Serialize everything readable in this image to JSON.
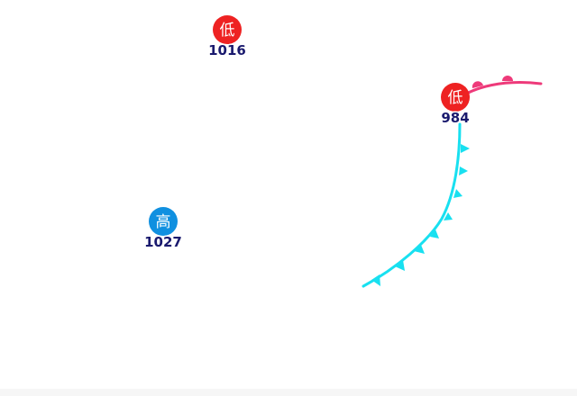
{
  "map": {
    "pressure_centers": [
      {
        "type": "low",
        "symbol": "低",
        "pressure": "1016",
        "color": "#ee2222",
        "label_color": "#1a1a6e"
      },
      {
        "type": "low",
        "symbol": "低",
        "pressure": "984",
        "color": "#ee2222",
        "label_color": "#1a1a6e"
      },
      {
        "type": "high",
        "symbol": "高",
        "pressure": "1027",
        "color": "#1090e0",
        "label_color": "#1a1a6e"
      }
    ],
    "fronts": [
      {
        "type": "warm",
        "color": "#ee3a7a"
      },
      {
        "type": "cold",
        "color": "#18e0f0"
      }
    ]
  }
}
